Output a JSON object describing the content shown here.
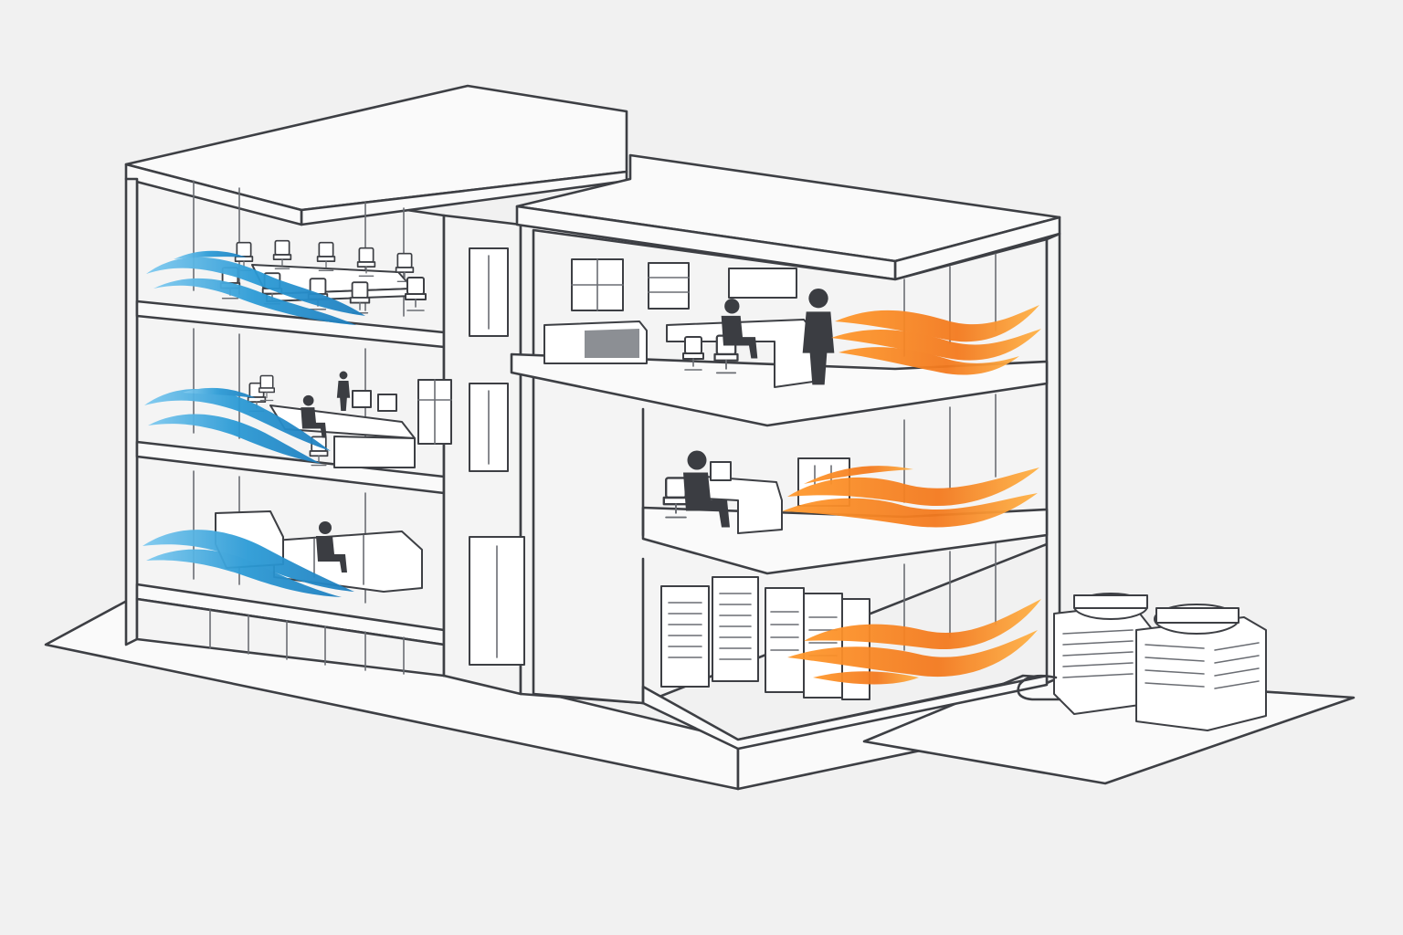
{
  "colors": {
    "background": "#f1f1f1",
    "outline": "#3d3f44",
    "cool_air": "#2c9bd6",
    "cool_air_light": "#7fcaf0",
    "warm_air": "#f47a1f",
    "warm_air_light": "#ffb347",
    "person": "#3b3d42"
  },
  "icons": {
    "cool_airflow": "cool-airflow-icon",
    "warm_airflow": "warm-airflow-icon",
    "outdoor_unit": "outdoor-condenser-unit-icon",
    "server_rack": "server-rack-icon",
    "person": "person-silhouette-icon"
  },
  "zones": [
    {
      "id": "conference-room",
      "airflow": "cool"
    },
    {
      "id": "open-office",
      "airflow": "cool"
    },
    {
      "id": "lounge",
      "airflow": "cool"
    },
    {
      "id": "upper-office",
      "airflow": "warm"
    },
    {
      "id": "workstation-room",
      "airflow": "warm"
    },
    {
      "id": "server-room",
      "airflow": "warm"
    }
  ]
}
